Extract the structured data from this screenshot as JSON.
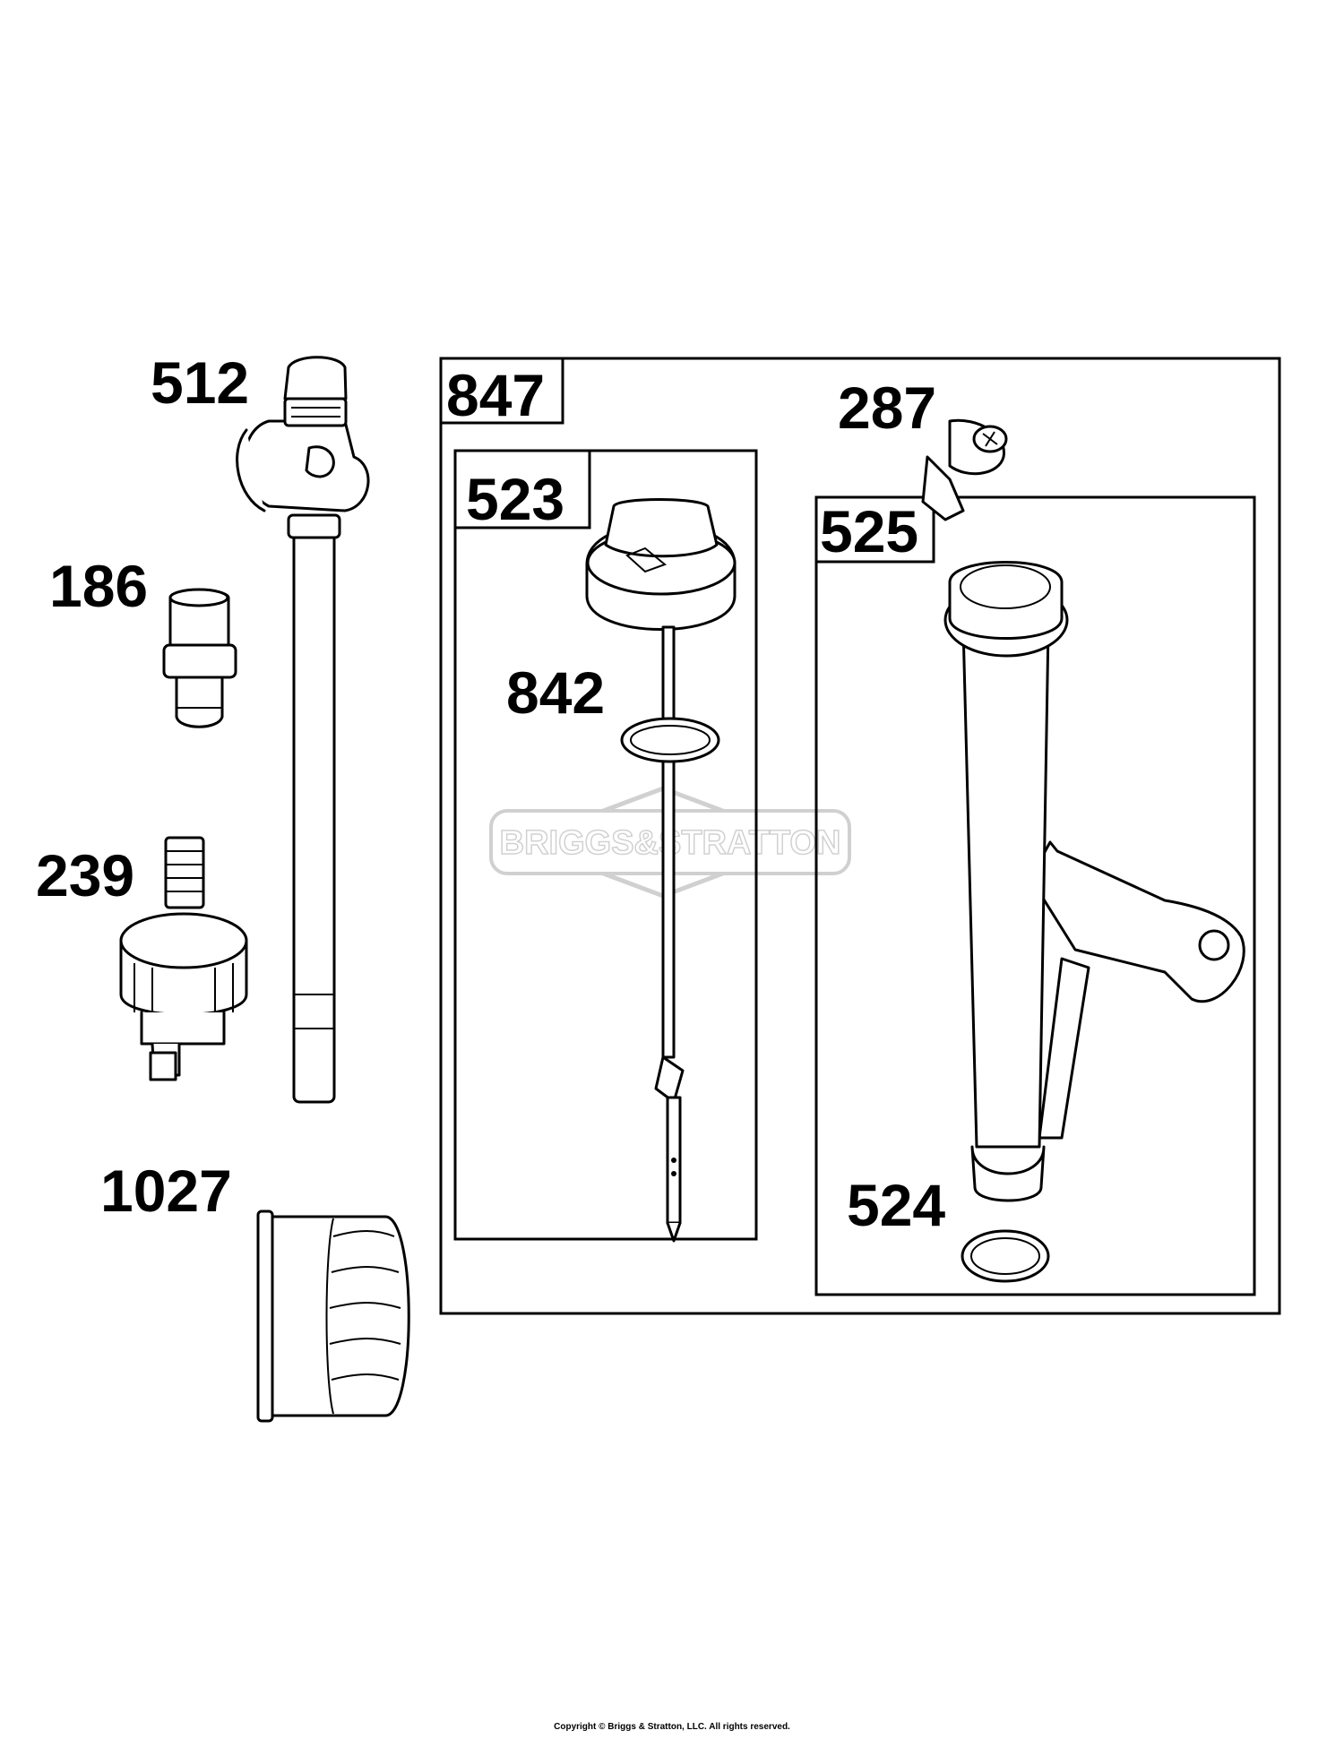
{
  "callouts": {
    "p512": "512",
    "p186": "186",
    "p239": "239",
    "p1027": "1027",
    "p847": "847",
    "p523": "523",
    "p842": "842",
    "p287": "287",
    "p525": "525",
    "p524": "524"
  },
  "watermark": "BRIGGS&STRATTON",
  "copyright": "Copyright © Briggs & Stratton, LLC. All rights reserved."
}
